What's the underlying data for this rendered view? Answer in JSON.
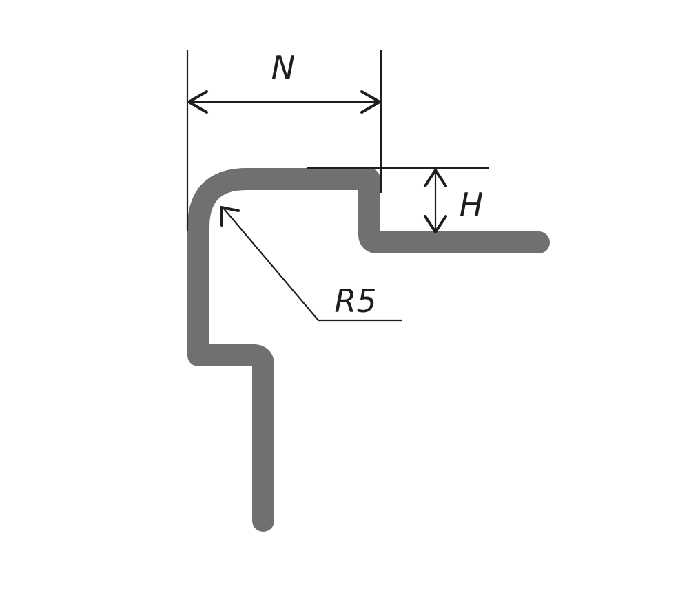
{
  "labels": {
    "width": "N",
    "height": "H",
    "radius": "R5"
  },
  "colors": {
    "profile": "#707070",
    "lines": "#1e1e1e",
    "background": "#ffffff"
  }
}
